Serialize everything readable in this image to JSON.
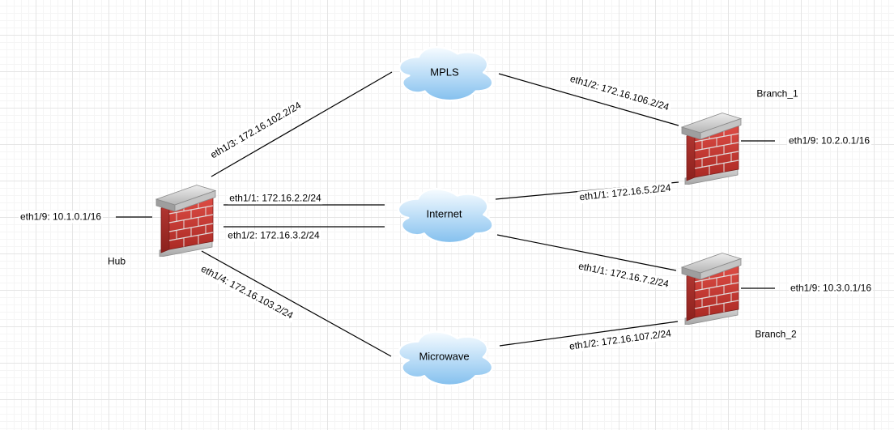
{
  "diagram": {
    "clouds": {
      "mpls": {
        "label": "MPLS"
      },
      "internet": {
        "label": "Internet"
      },
      "microwave": {
        "label": "Microwave"
      }
    },
    "firewalls": {
      "hub": {
        "label": "Hub",
        "lan_interface": "eth1/9: 10.1.0.1/16"
      },
      "branch1": {
        "label": "Branch_1",
        "lan_interface": "eth1/9: 10.2.0.1/16"
      },
      "branch2": {
        "label": "Branch_2",
        "lan_interface": "eth1/9: 10.3.0.1/16"
      }
    },
    "links": {
      "hub_mpls": "eth1/3: 172.16.102.2/24",
      "mpls_branch1": "eth1/2: 172.16.106.2/24",
      "hub_internet_a": "eth1/1: 172.16.2.2/24",
      "hub_internet_b": "eth1/2: 172.16.3.2/24",
      "internet_branch1": "eth1/1: 172.16.5.2/24",
      "internet_branch2": "eth1/1: 172.16.7.2/24",
      "hub_microwave": "eth1/4: 172.16.103.2/24",
      "microwave_branch2": "eth1/2: 172.16.107.2/24"
    },
    "icons": {
      "firewall": "firewall-icon",
      "cloud": "cloud-icon"
    },
    "colors": {
      "edge": "#000000",
      "cloud_top": "#f2faff",
      "cloud_middle": "#b8dcf7",
      "cloud_bottom": "#84c0ee",
      "firewall_brick_light": "#dd4a43",
      "firewall_brick_dark": "#a82824",
      "firewall_cap": "#cccccc",
      "grid_major": "#e5e5e5",
      "grid_minor": "#f5f5f5",
      "label_text": "#000000",
      "label_background": "#ffffff"
    }
  }
}
